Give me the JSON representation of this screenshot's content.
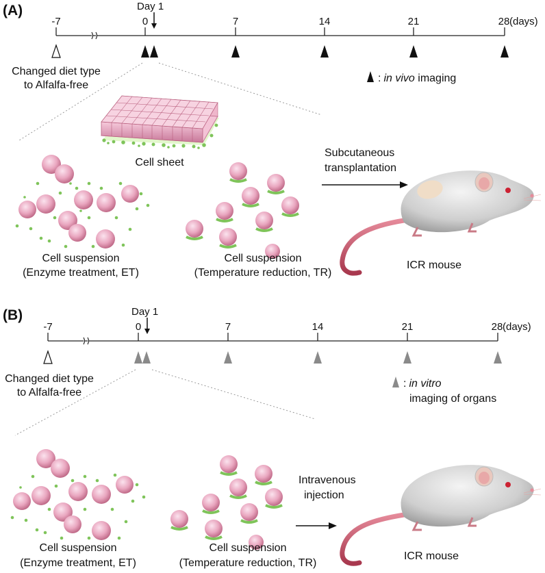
{
  "panels": [
    {
      "id": "A",
      "label": "(A)",
      "day_marker": "Day 1",
      "ticks": [
        "-7",
        "0",
        "7",
        "14",
        "21",
        "28"
      ],
      "unit": "(days)",
      "diet_note_line1": "Changed diet type",
      "diet_note_line2": "to Alfalfa-free",
      "legend_sep": ":",
      "legend_italic": "in vivo",
      "legend_rest": " imaging",
      "legend_line2": "",
      "marker_color": "#111111",
      "cell_sheet_label": "Cell sheet",
      "suspension_et_line1": "Cell suspension",
      "suspension_et_line2": "(Enzyme treatment, ET)",
      "suspension_tr_line1": "Cell suspension",
      "suspension_tr_line2": "(Temperature reduction, TR)",
      "route_line1": "Subcutaneous",
      "route_line2": "transplantation",
      "mouse_label": "ICR mouse"
    },
    {
      "id": "B",
      "label": "(B)",
      "day_marker": "Day 1",
      "ticks": [
        "-7",
        "0",
        "7",
        "14",
        "21",
        "28"
      ],
      "unit": "(days)",
      "diet_note_line1": "Changed diet type",
      "diet_note_line2": "to Alfalfa-free",
      "legend_sep": ":",
      "legend_italic": "in vitro",
      "legend_rest": "",
      "legend_line2": "imaging of organs",
      "marker_color": "#8a8a8a",
      "suspension_et_line1": "Cell suspension",
      "suspension_et_line2": "(Enzyme treatment, ET)",
      "suspension_tr_line1": "Cell suspension",
      "suspension_tr_line2": "(Temperature reduction, TR)",
      "route_line1": "Intravenous",
      "route_line2": "injection",
      "mouse_label": "ICR mouse"
    }
  ],
  "colors": {
    "cell_pink": "#e9a6bf",
    "cell_dark": "#b9607f",
    "ecm_green": "#7fc45a",
    "mouse_body": "#d3d3d3",
    "tail": "#c9566b"
  }
}
